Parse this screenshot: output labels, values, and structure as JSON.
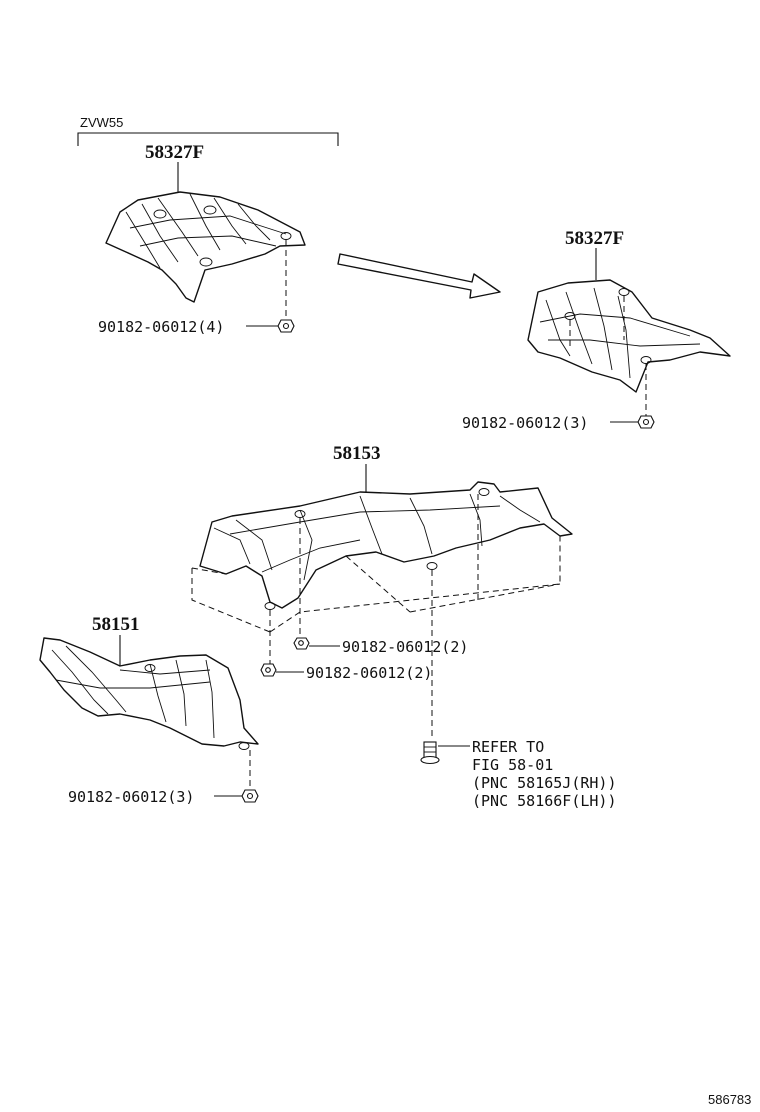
{
  "model_bracket_label": "ZVW55",
  "parts": {
    "top_left_shield": {
      "part_number": "58327F",
      "nut_label": "90182-06012(4)"
    },
    "top_right_shield": {
      "part_number": "58327F",
      "nut_label": "90182-06012(3)"
    },
    "center_shield": {
      "part_number": "58153",
      "nut_label_upper": "90182-06012(2)",
      "nut_label_lower": "90182-06012(2)"
    },
    "front_shield": {
      "part_number": "58151",
      "nut_label": "90182-06012(3)"
    }
  },
  "refer_note": {
    "line1": "REFER TO",
    "line2": "FIG 58-01",
    "line3": "(PNC 58165J(RH))",
    "line4": "(PNC 58166F(LH))"
  },
  "figure_id": "586783"
}
